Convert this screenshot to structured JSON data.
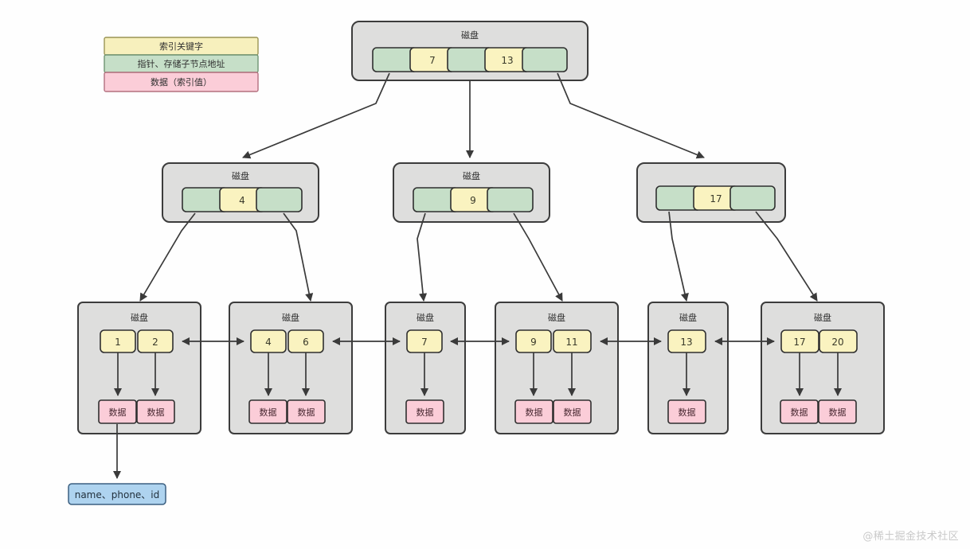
{
  "diagram": {
    "title_hidden": "B+Tree index structure",
    "disk_label": "磁盘",
    "data_label": "数据"
  },
  "legend": {
    "items": [
      {
        "label": "索引关键字",
        "color": "#f7f0bd",
        "role": "index-key"
      },
      {
        "label": "指针、存储子节点地址",
        "color": "#c6dfc8",
        "role": "pointer"
      },
      {
        "label": "数据（索引值）",
        "color": "#fbcdd8",
        "role": "data-value"
      }
    ]
  },
  "tree": {
    "root": {
      "disk_label": "磁盘",
      "cells": [
        {
          "type": "pointer",
          "value": ""
        },
        {
          "type": "key",
          "value": "7"
        },
        {
          "type": "pointer",
          "value": ""
        },
        {
          "type": "key",
          "value": "13"
        },
        {
          "type": "pointer",
          "value": ""
        }
      ]
    },
    "internal": [
      {
        "disk_label": "磁盘",
        "cells": [
          {
            "type": "pointer",
            "value": ""
          },
          {
            "type": "key",
            "value": "4"
          },
          {
            "type": "pointer",
            "value": ""
          }
        ]
      },
      {
        "disk_label": "磁盘",
        "cells": [
          {
            "type": "pointer",
            "value": ""
          },
          {
            "type": "key",
            "value": "9"
          },
          {
            "type": "pointer",
            "value": ""
          }
        ]
      },
      {
        "disk_label": "",
        "cells": [
          {
            "type": "pointer",
            "value": ""
          },
          {
            "type": "key",
            "value": "17"
          },
          {
            "type": "pointer",
            "value": ""
          }
        ]
      }
    ],
    "leaves": [
      {
        "disk_label": "磁盘",
        "keys": [
          "1",
          "2"
        ],
        "data": [
          "数据",
          "数据"
        ]
      },
      {
        "disk_label": "磁盘",
        "keys": [
          "4",
          "6"
        ],
        "data": [
          "数据",
          "数据"
        ]
      },
      {
        "disk_label": "磁盘",
        "keys": [
          "7"
        ],
        "data": [
          "数据"
        ]
      },
      {
        "disk_label": "磁盘",
        "keys": [
          "9",
          "11"
        ],
        "data": [
          "数据",
          "数据"
        ]
      },
      {
        "disk_label": "磁盘",
        "keys": [
          "13"
        ],
        "data": [
          "数据"
        ]
      },
      {
        "disk_label": "磁盘",
        "keys": [
          "17",
          "20"
        ],
        "data": [
          "数据",
          "数据"
        ]
      }
    ]
  },
  "record": {
    "label": "name、phone、id"
  },
  "watermark": {
    "text": "@稀土掘金技术社区"
  },
  "colors": {
    "pointer_green": "#c6dfc8",
    "key_yellow": "#faf3c0",
    "data_pink": "#fbcdd8",
    "node_gray": "#dededd",
    "record_blue": "#aed3ef",
    "stroke_dark": "#3c3c3c"
  }
}
